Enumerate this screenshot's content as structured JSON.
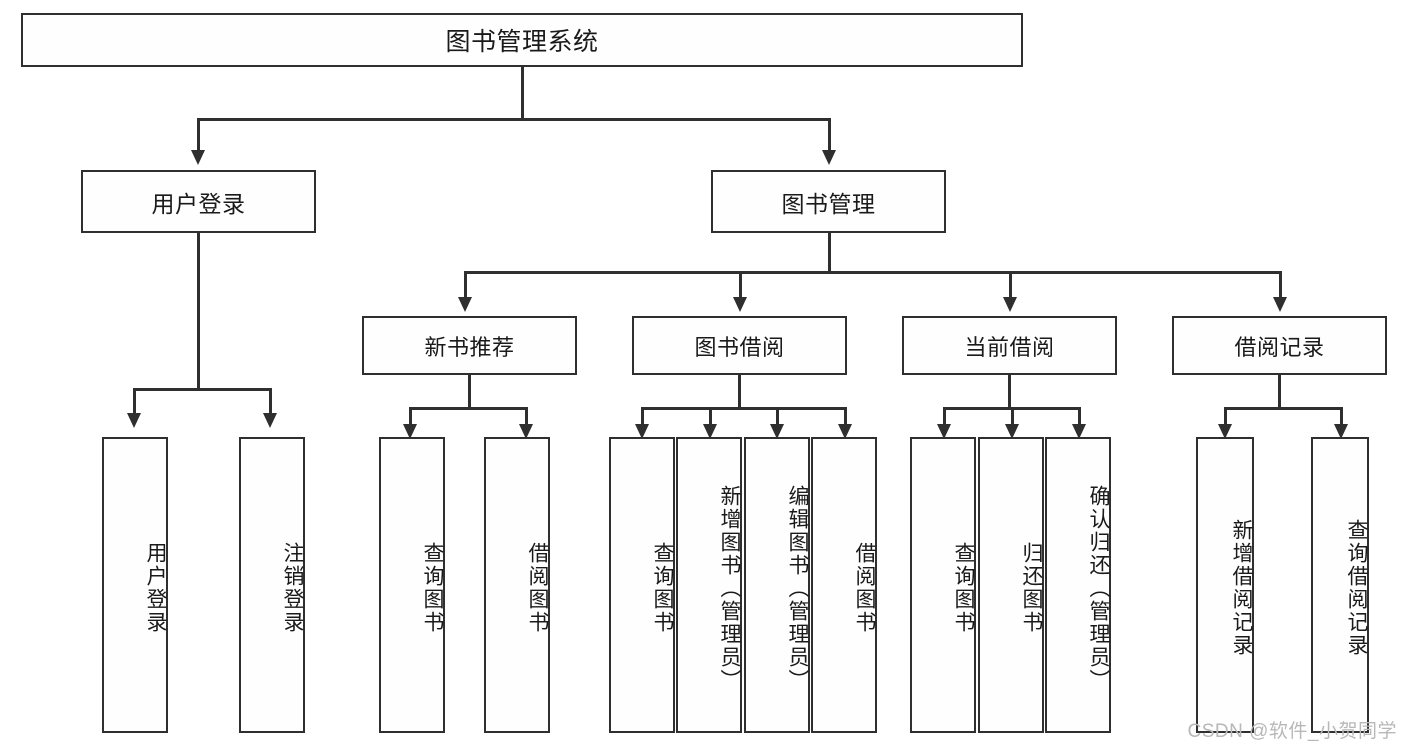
{
  "diagram": {
    "type": "tree",
    "title": "图书管理系统",
    "orientation": "top-down",
    "colors": {
      "box_border": "#2f2f2f",
      "box_fill": "#fefefe",
      "text": "#1a1a1a",
      "connector": "#2f2f2f",
      "watermark": "#b8b8b8",
      "background": "#ffffff"
    },
    "root": {
      "label": "图书管理系统"
    },
    "level2": [
      {
        "label": "用户登录"
      },
      {
        "label": "图书管理"
      }
    ],
    "level3": [
      {
        "label": "新书推荐"
      },
      {
        "label": "图书借阅"
      },
      {
        "label": "当前借阅"
      },
      {
        "label": "借阅记录"
      }
    ],
    "leaves": {
      "user_login": [
        {
          "label": "用户登录"
        },
        {
          "label": "注销登录"
        }
      ],
      "new_book_recommend": [
        {
          "label": "查询图书"
        },
        {
          "label": "借阅图书"
        }
      ],
      "book_borrow": [
        {
          "label": "查询图书"
        },
        {
          "label": "新增图书（管理员）"
        },
        {
          "label": "编辑图书（管理员）"
        },
        {
          "label": "借阅图书"
        }
      ],
      "current_borrow": [
        {
          "label": "查询图书"
        },
        {
          "label": "归还图书"
        },
        {
          "label": "确认归还（管理员）"
        }
      ],
      "borrow_record": [
        {
          "label": "新增借阅记录"
        },
        {
          "label": "查询借阅记录"
        }
      ]
    }
  },
  "watermark": {
    "text": "CSDN @软件_小贺同学"
  }
}
